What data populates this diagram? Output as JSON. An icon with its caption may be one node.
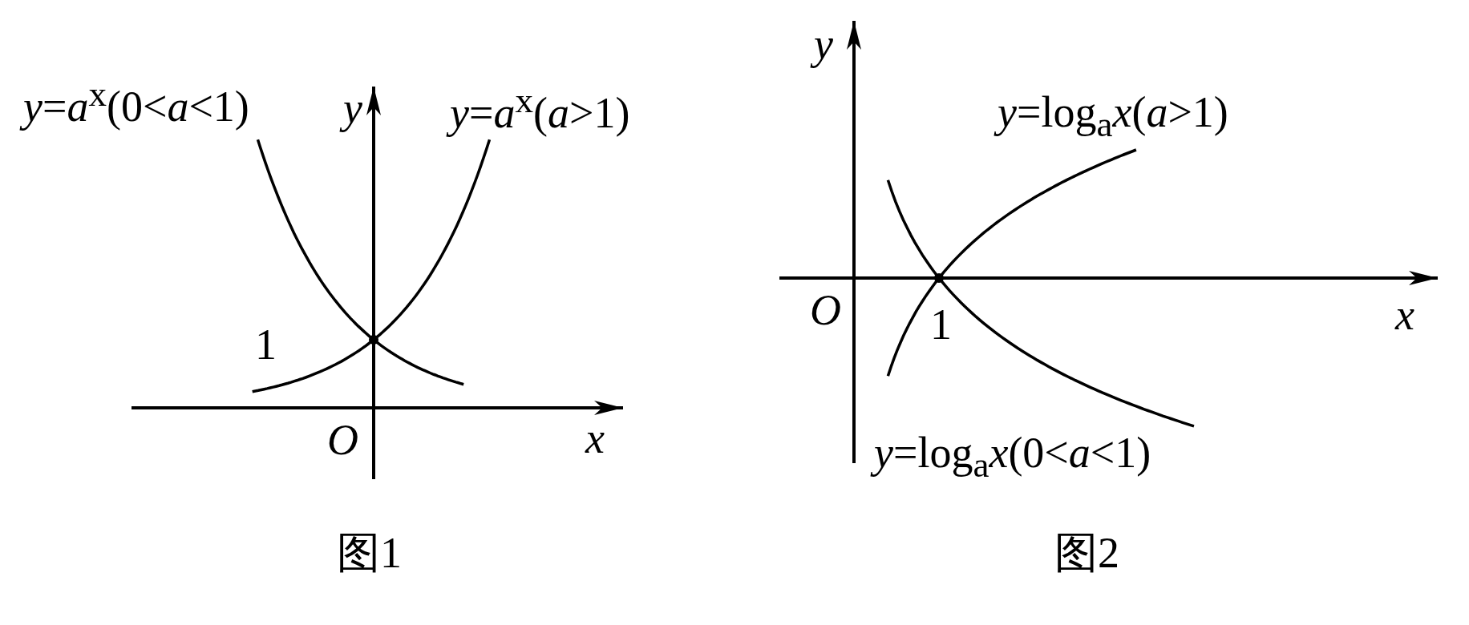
{
  "diagram": {
    "labels": [
      "*y*=*a*$^{x}$(0<*a*<1)",
      "y",
      "*y*=*a*$^{x}$(*a*>1)",
      "1",
      "O",
      "x",
      "图1",
      "y",
      "*y*=log$_{a}$*x*(*a*>1)",
      "O",
      "1",
      "x",
      "*y*=log$_{a}$*x*(0<*a*<1)",
      "图2"
    ]
  }
}
